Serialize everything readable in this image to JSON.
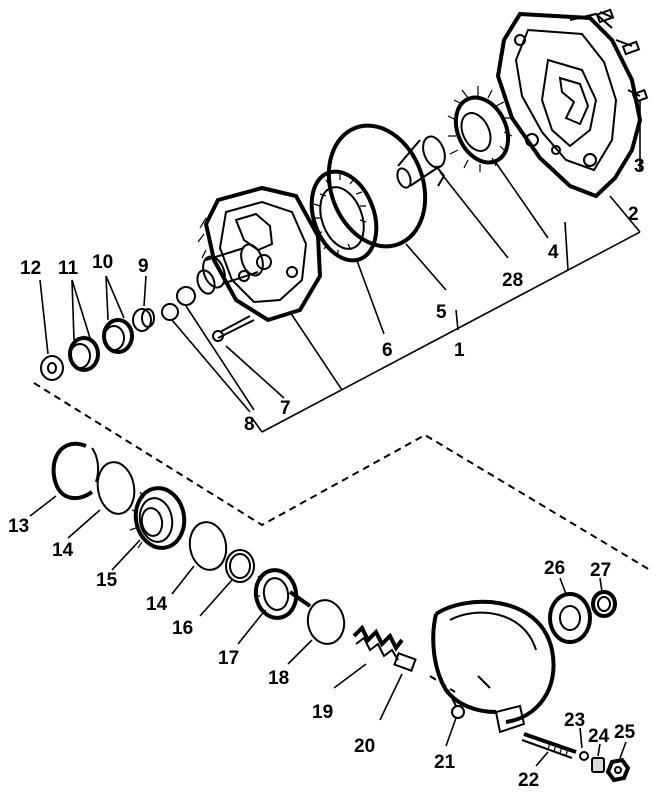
{
  "callouts": {
    "n1": "1",
    "n2": "2",
    "n3": "3",
    "n4": "4",
    "n5": "5",
    "n6": "6",
    "n7": "7",
    "n8": "8",
    "n9": "9",
    "n10": "10",
    "n11": "11",
    "n12": "12",
    "n13": "13",
    "n14a": "14",
    "n14b": "14",
    "n15": "15",
    "n16": "16",
    "n17": "17",
    "n18": "18",
    "n19": "19",
    "n20": "20",
    "n21": "21",
    "n22": "22",
    "n23": "23",
    "n24": "24",
    "n25": "25",
    "n26": "26",
    "n27": "27",
    "n28": "28"
  }
}
